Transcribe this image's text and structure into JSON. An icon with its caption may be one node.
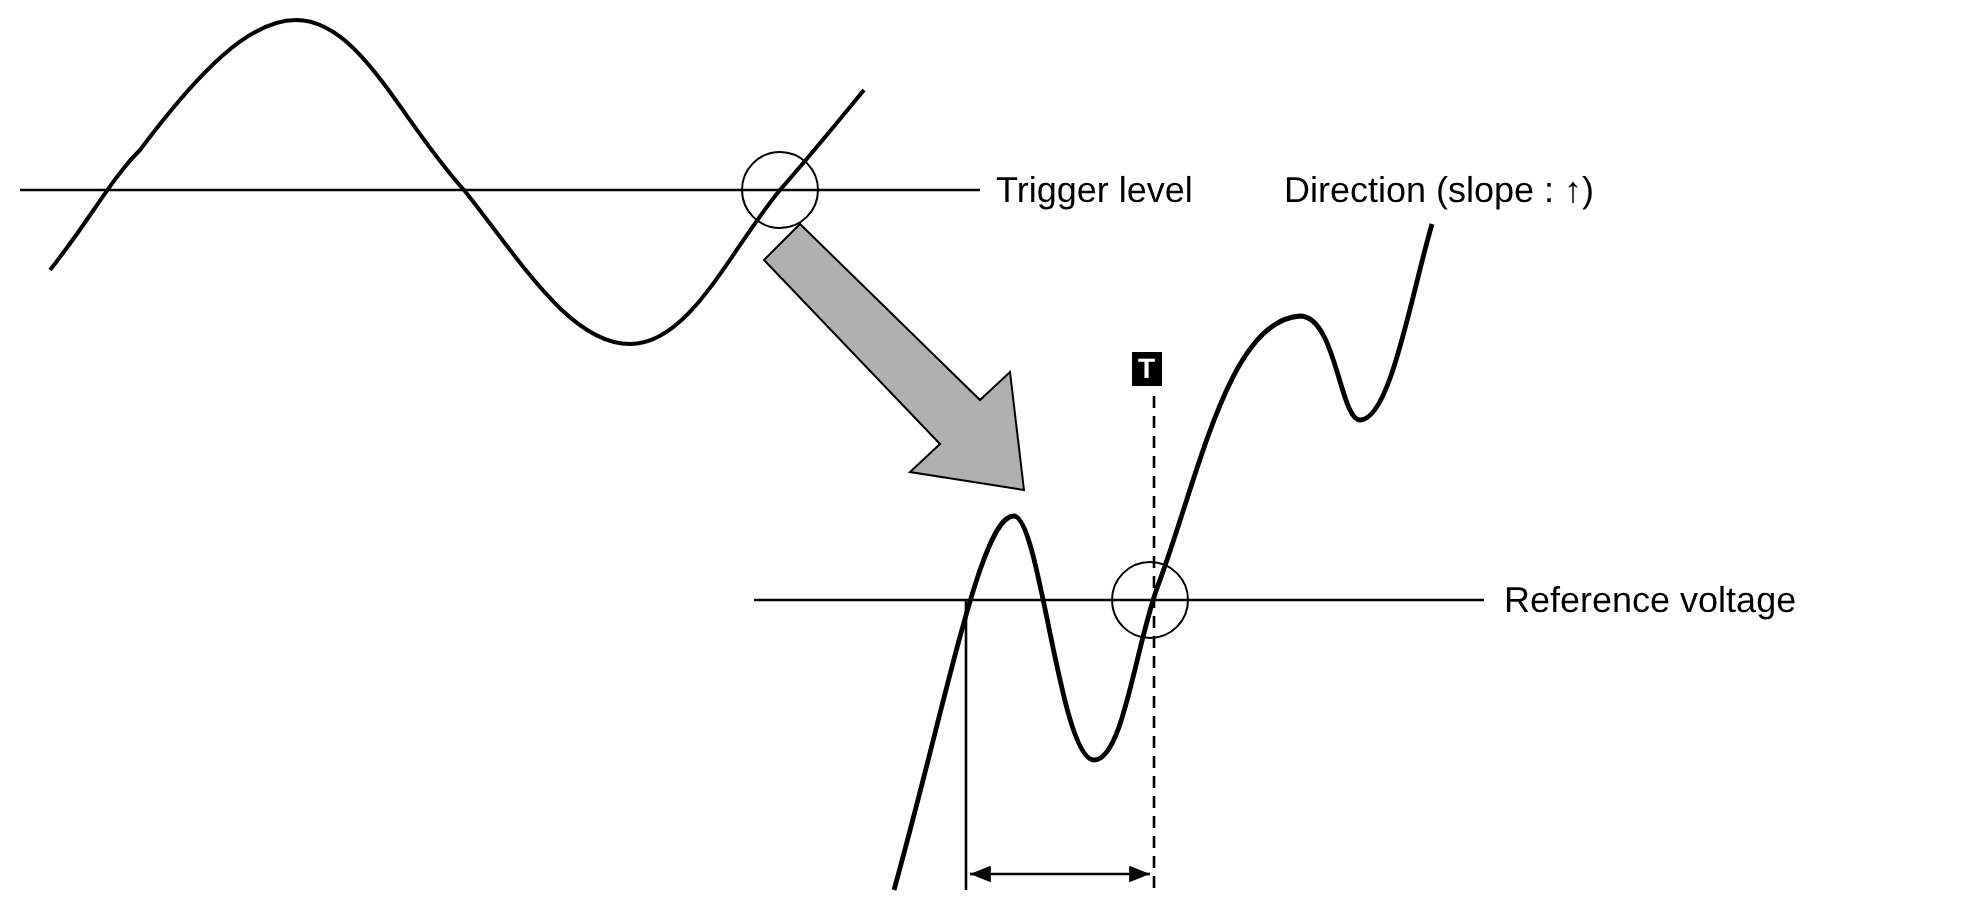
{
  "diagram": {
    "labels": [
      "Trigger level",
      "Direction (slope : ↑)",
      "T",
      "Reference voltage"
    ]
  }
}
